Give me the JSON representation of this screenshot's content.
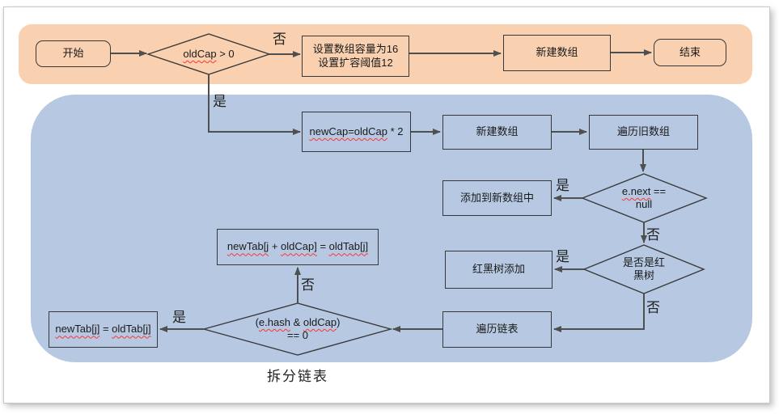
{
  "caption": "拆分链表",
  "labels": {
    "yes": "是",
    "no": "否"
  },
  "colors": {
    "top_band": "#f9d1b1",
    "bottom_band": "#b7c9e2",
    "arrow": "#4f4f4f",
    "box_border": "#383838",
    "squiggle": "#ff3333",
    "page_border": "#c9c9c9"
  },
  "top_band": {
    "start": "开始",
    "decision_oldcap": {
      "wavy": "oldCap",
      "rest": " > 0"
    },
    "set_capacity_line1": "设置数组容量为16",
    "set_capacity_line2": "设置扩容阈值12",
    "new_array": "新建数组",
    "end": "结束"
  },
  "bottom_band": {
    "newcap": {
      "wavy": "newCap=oldCap",
      "rest": " * 2"
    },
    "new_array": "新建数组",
    "iterate_old_array": "遍历旧数组",
    "add_to_new_array": "添加到新数组中",
    "decision_enext": {
      "wavy": "e.next",
      "rest": " ==",
      "line2": "null"
    },
    "rbt_add": "红黑树添加",
    "decision_rbt": {
      "line1": "是否是红",
      "line2": "黑树"
    },
    "newtab_high": {
      "wavy1": "newTab[j",
      "plain1": " + ",
      "wavy2": "oldCap]",
      "plain2": " = ",
      "wavy3": "oldTab[j]"
    },
    "newtab_low": {
      "wavy1": "newTab[j]",
      "plain1": " = ",
      "wavy2": "oldTab[j]"
    },
    "iterate_list": "遍历链表",
    "decision_hash": {
      "plain0": "(",
      "wavy1": "e.hash",
      "plain1": " & ",
      "wavy2": "oldCap",
      "plain2": ")",
      "line2": "== 0"
    }
  }
}
